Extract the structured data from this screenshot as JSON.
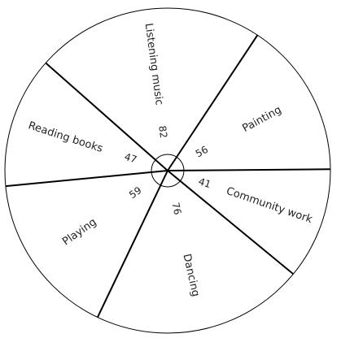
{
  "chart_data": {
    "type": "pie",
    "style": "angle-annotated pie, black outlines, white fill, small circle at center",
    "categories": [
      "Painting",
      "Listening music",
      "Reading books",
      "Playing",
      "Dancing",
      "Community work"
    ],
    "values": [
      56,
      82,
      47,
      59,
      76,
      41
    ],
    "value_unit": "degrees",
    "colors": {
      "outline": "#000000",
      "fill": "#ffffff",
      "text": "#222222"
    },
    "title": "",
    "legend": "none"
  }
}
